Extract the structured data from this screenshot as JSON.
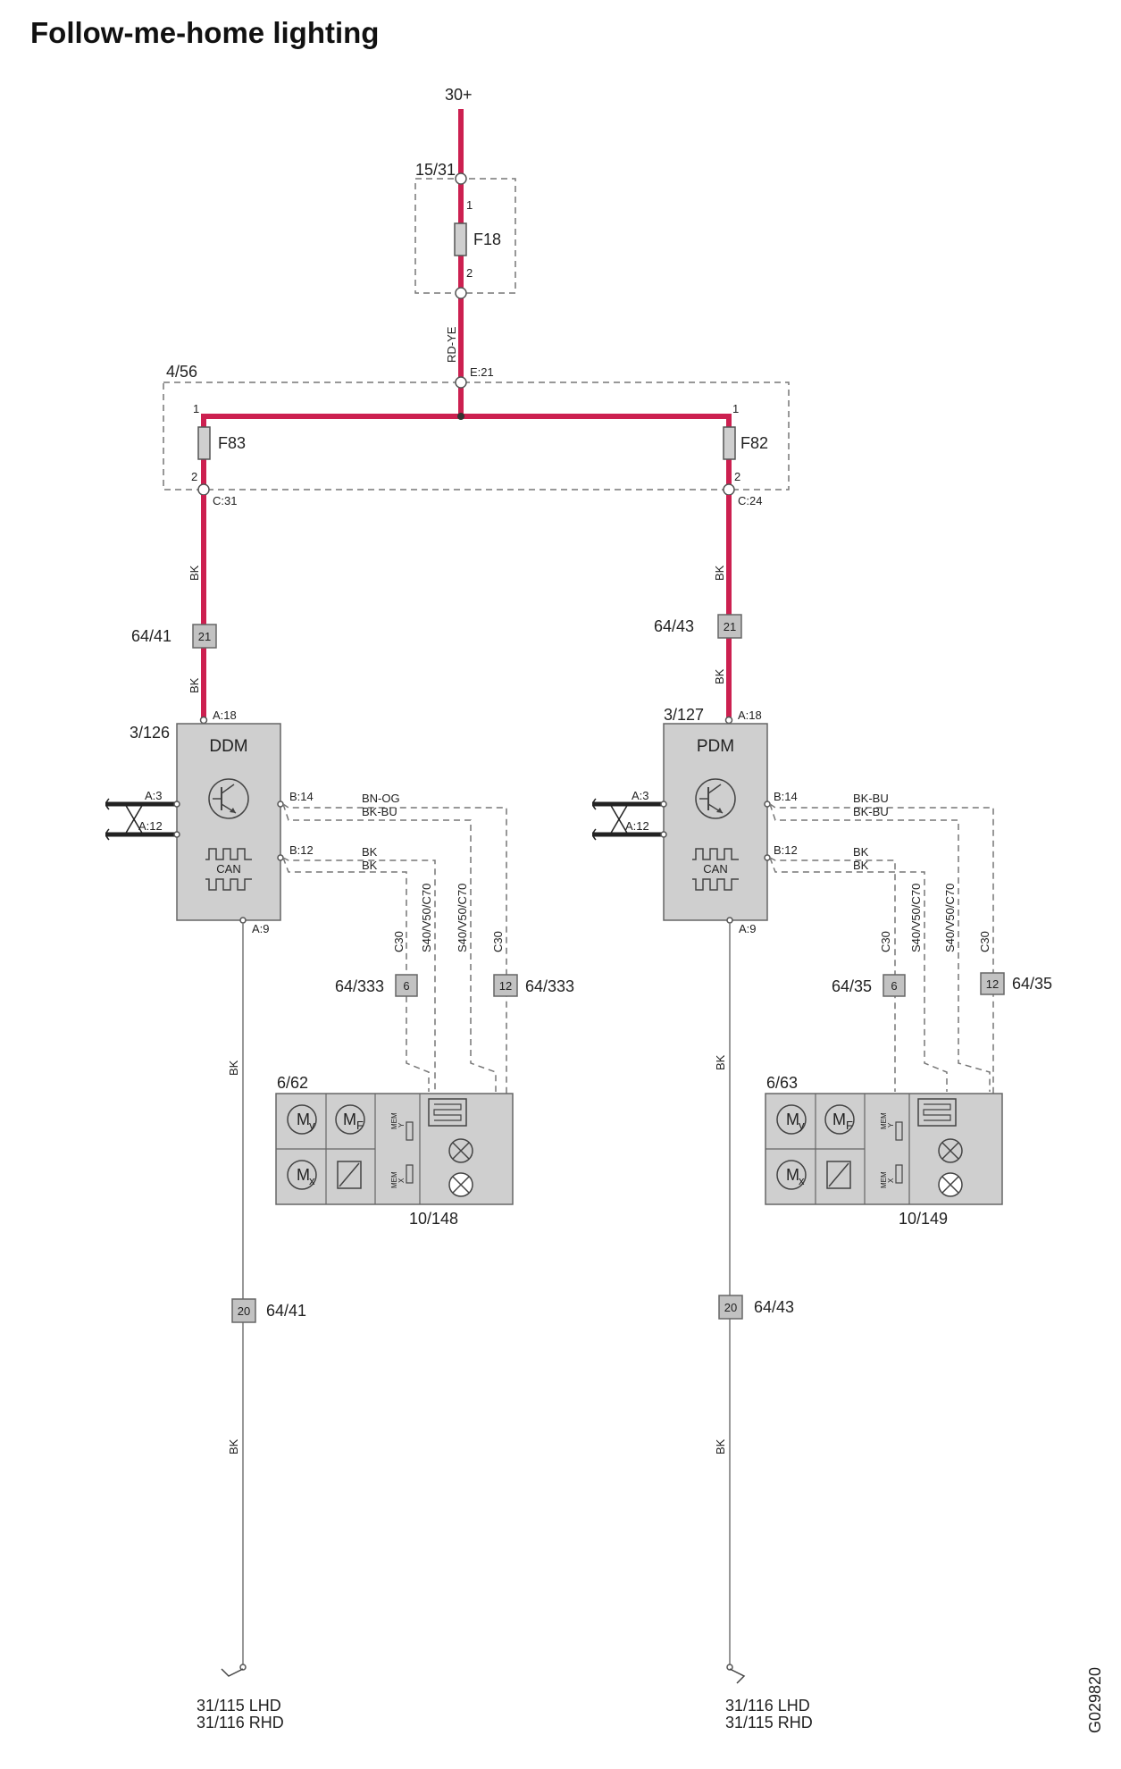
{
  "title": "Follow-me-home lighting",
  "drawing_id": "G029820",
  "supply": "30+",
  "fuse_box_main": {
    "id": "15/31",
    "fuse": "F18",
    "pin1": "1",
    "pin2": "2"
  },
  "feed_wire": "RD-YE",
  "fuse_box_2": {
    "id": "4/56",
    "pin_in": "E:21",
    "left": {
      "fuse": "F83",
      "pin1": "1",
      "pin2": "2",
      "out": "C:31"
    },
    "right": {
      "fuse": "F82",
      "pin1": "1",
      "pin2": "2",
      "out": "C:24"
    }
  },
  "left": {
    "wire_bk": "BK",
    "splice": {
      "id": "64/41",
      "num": "21"
    },
    "module": {
      "id": "3/126",
      "name": "DDM",
      "pin_supply": "A:18",
      "pin_a3": "A:3",
      "pin_a12": "A:12",
      "pin_b14": "B:14",
      "pin_b12": "B:12",
      "pin_a9": "A:9",
      "can": "CAN"
    },
    "wires": {
      "w1": "BN-OG",
      "w2": "BK-BU",
      "w3": "BK",
      "w4": "BK"
    },
    "vtext": {
      "v1": "C30",
      "v2": "S40/V50/C70",
      "v3": "S40/V50/C70",
      "v4": "C30"
    },
    "conn_a": {
      "num": "6",
      "id": "64/333"
    },
    "conn_b": {
      "num": "12",
      "id": "64/333"
    },
    "mirror": {
      "id": "6/62",
      "housing": "10/148",
      "my": "M",
      "my_sub": "y",
      "mf": "M",
      "mf_sub": "F",
      "mx": "M",
      "mx_sub": "x",
      "mem": "MEM",
      "mem_y": "Y",
      "mem_x": "X"
    },
    "ground_splice": {
      "num": "20",
      "id": "64/41"
    },
    "ground": {
      "line1": "31/115 LHD",
      "line2": "31/116 RHD"
    }
  },
  "right": {
    "wire_bk": "BK",
    "splice": {
      "id": "64/43",
      "num": "21"
    },
    "module": {
      "id": "3/127",
      "name": "PDM",
      "pin_supply": "A:18",
      "pin_a3": "A:3",
      "pin_a12": "A:12",
      "pin_b14": "B:14",
      "pin_b12": "B:12",
      "pin_a9": "A:9",
      "can": "CAN"
    },
    "wires": {
      "w1": "BK-BU",
      "w2": "BK-BU",
      "w3": "BK",
      "w4": "BK"
    },
    "vtext": {
      "v1": "C30",
      "v2": "S40/V50/C70",
      "v3": "S40/V50/C70",
      "v4": "C30"
    },
    "conn_a": {
      "num": "6",
      "id": "64/35"
    },
    "conn_b": {
      "num": "12",
      "id": "64/35"
    },
    "mirror": {
      "id": "6/63",
      "housing": "10/149",
      "my": "M",
      "my_sub": "y",
      "mf": "M",
      "mf_sub": "F",
      "mx": "M",
      "mx_sub": "x",
      "mem": "MEM",
      "mem_y": "Y",
      "mem_x": "X"
    },
    "ground_splice": {
      "num": "20",
      "id": "64/43"
    },
    "ground": {
      "line1": "31/116 LHD",
      "line2": "31/115 RHD"
    }
  },
  "colors": {
    "power_wire": "#cc2050",
    "ground_wire": "#777777",
    "component_fill": "#cfcfcf"
  }
}
